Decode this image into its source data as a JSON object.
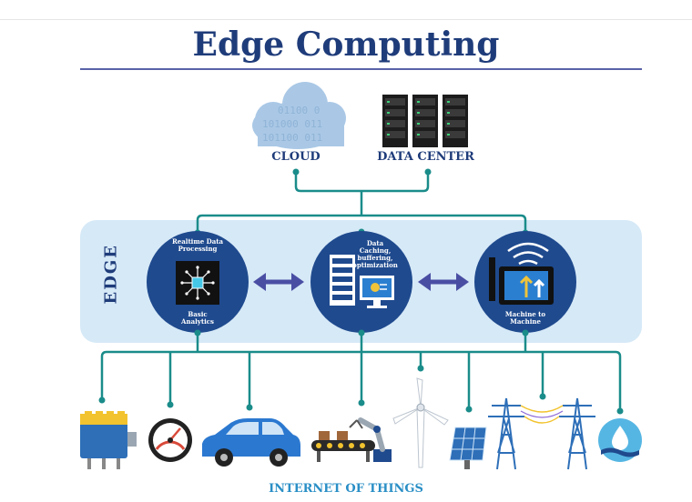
{
  "title": "Edge Computing",
  "cloud": {
    "label": "CLOUD",
    "binary_rows": [
      "01100 0",
      "101000 011",
      "101100 011"
    ]
  },
  "data_center": {
    "label": "DATA CENTER"
  },
  "edge": {
    "label": "EDGE",
    "nodes": [
      {
        "top_text": "Realtime Data\nProcessing",
        "bottom_text": "Basic\nAnalytics"
      },
      {
        "top_text": "Data\nCaching,\nbuffering,\noptimization"
      },
      {
        "bottom_text": "Machine to\nMachine"
      }
    ]
  },
  "iot": {
    "label": "INTERNET OF THINGS"
  },
  "colors": {
    "title": "#1f3c7a",
    "edge_panel": "#d6e9f7",
    "circle": "#1f4a8e",
    "connector": "#1a8c8a",
    "arrow": "#4a4ea3",
    "iot_label": "#2a8fc6"
  }
}
